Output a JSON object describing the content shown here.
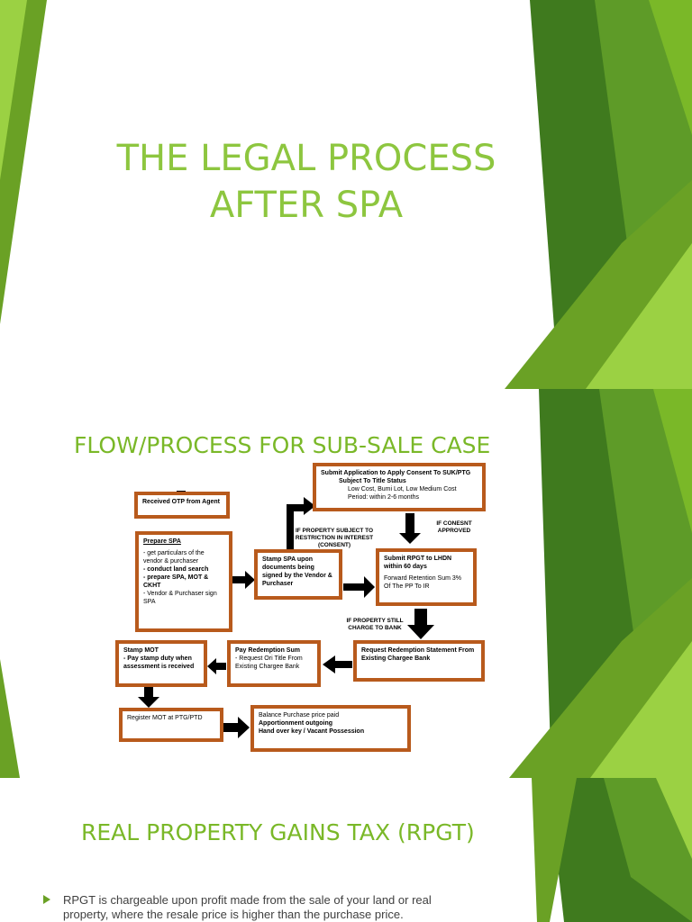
{
  "slide1": {
    "title_lines": [
      "THE LEGAL PROCESS",
      "AFTER SPA"
    ]
  },
  "slide2": {
    "title": "FLOW/PROCESS FOR SUB-SALE CASE",
    "flow": {
      "received_otp": "Received OTP from Agent",
      "prepare_spa": {
        "heading": "Prepare SPA",
        "items": [
          "- get particulars of the vendor & purchaser",
          "- conduct land search",
          "- prepare SPA, MOT & CKHT",
          "- Vendor & Purchaser sign SPA"
        ]
      },
      "stamp_spa": "Stamp SPA upon documents being signed by the Vendor & Purchaser",
      "note_restriction": "IF PROPERTY SUBJECT TO RESTRICTION IN INTEREST (CONSENT)",
      "submit_application": {
        "heading": "Submit Application to Apply Consent To SUK/PTG",
        "items": [
          "Subject To Title Status",
          "Low Cost, Bumi Lot, Low Medium Cost",
          "Period: within 2-6 months"
        ]
      },
      "note_consent": "IF CONESNT APPROVED",
      "submit_rpgt": {
        "line1": "Submit RPGT to LHDN within 60 days",
        "line2": "Forward Retention Sum 3% Of The PP To IR"
      },
      "note_charge": "IF PROPERTY STILL CHARGE TO BANK",
      "request_redemption": "Request Redemption Statement From Existing Chargee Bank",
      "pay_redemption": {
        "line1": "Pay Redemption Sum",
        "line2": "- Request Ori Title From Existing Chargee Bank"
      },
      "stamp_mot": {
        "line1": "Stamp MOT",
        "line2": "- Pay stamp duty when assessment is received"
      },
      "register_mot": "Register MOT at PTG/PTD",
      "balance": [
        "Balance Purchase price paid",
        "Apportionment outgoing",
        "Hand over key / Vacant Possession"
      ]
    }
  },
  "slide3": {
    "title": "REAL PROPERTY GAINS TAX (RPGT)",
    "bullets": [
      "RPGT is chargeable upon profit made from the sale of your land or real property, where the resale price is higher than the purchase price."
    ]
  },
  "colors": {
    "accent": "#8dc63f",
    "box_border": "#b85a1c",
    "green_dark": "#3f7a1e",
    "green_light": "#9bd143"
  }
}
